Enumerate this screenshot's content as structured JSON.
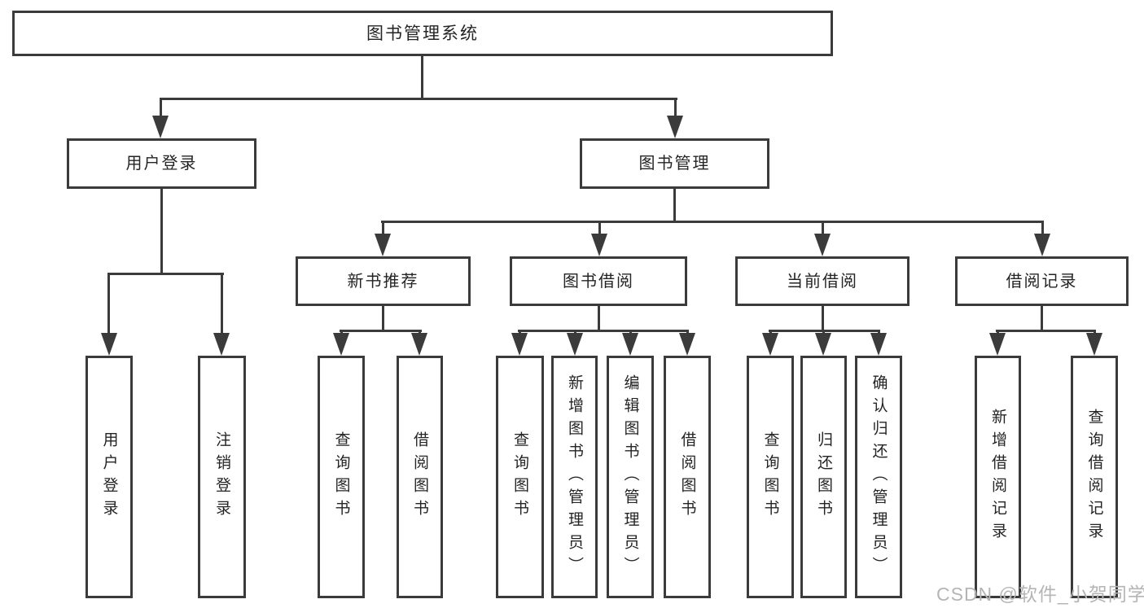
{
  "diagram_title": "图书管理系统",
  "nodes": {
    "root": "图书管理系统",
    "user_login": "用户登录",
    "book_mgmt": "图书管理",
    "new_book_rec": "新书推荐",
    "book_borrow": "图书借阅",
    "current_borrow": "当前借阅",
    "borrow_record": "借阅记录",
    "ul_user_login": "用户登录",
    "ul_logout": "注销登录",
    "nb_query_book": "查询图书",
    "nb_borrow_book": "借阅图书",
    "bb_query_book": "查询图书",
    "bb_add_book": "新增图书（管理员）",
    "bb_edit_book": "编辑图书（管理员）",
    "bb_borrow_book": "借阅图书",
    "cb_query_book": "查询图书",
    "cb_return_book": "归还图书",
    "cb_confirm_return": "确认归还（管理员）",
    "br_add_record": "新增借阅记录",
    "br_query_record": "查询借阅记录"
  },
  "structure": [
    {
      "parent": "图书管理系统",
      "children": [
        "用户登录",
        "图书管理"
      ]
    },
    {
      "parent": "用户登录",
      "children": [
        "用户登录",
        "注销登录"
      ]
    },
    {
      "parent": "图书管理",
      "children": [
        "新书推荐",
        "图书借阅",
        "当前借阅",
        "借阅记录"
      ]
    },
    {
      "parent": "新书推荐",
      "children": [
        "查询图书",
        "借阅图书"
      ]
    },
    {
      "parent": "图书借阅",
      "children": [
        "查询图书",
        "新增图书（管理员）",
        "编辑图书（管理员）",
        "借阅图书"
      ]
    },
    {
      "parent": "当前借阅",
      "children": [
        "查询图书",
        "归还图书",
        "确认归还（管理员）"
      ]
    },
    {
      "parent": "借阅记录",
      "children": [
        "新增借阅记录",
        "查询借阅记录"
      ]
    }
  ],
  "watermark": "CSDN @软件_小贺同学",
  "colors": {
    "line": "#3b3b3b",
    "text": "#242424",
    "background": "#ffffff",
    "watermark": "#b5b5b5"
  }
}
